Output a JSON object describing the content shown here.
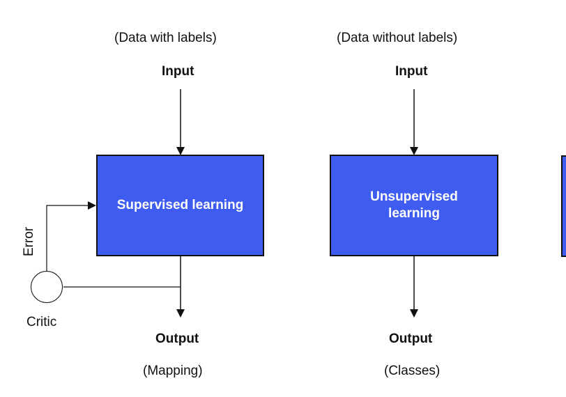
{
  "supervised": {
    "top_note": "(Data with labels)",
    "input": "Input",
    "box": "Supervised learning",
    "output": "Output",
    "bottom_note": "(Mapping)",
    "error": "Error",
    "critic": "Critic"
  },
  "unsupervised": {
    "top_note": "(Data without labels)",
    "input": "Input",
    "box": "Unsupervised learning",
    "output": "Output",
    "bottom_note": "(Classes)"
  },
  "colors": {
    "box_fill": "#3f5cf0",
    "stroke": "#111111"
  }
}
